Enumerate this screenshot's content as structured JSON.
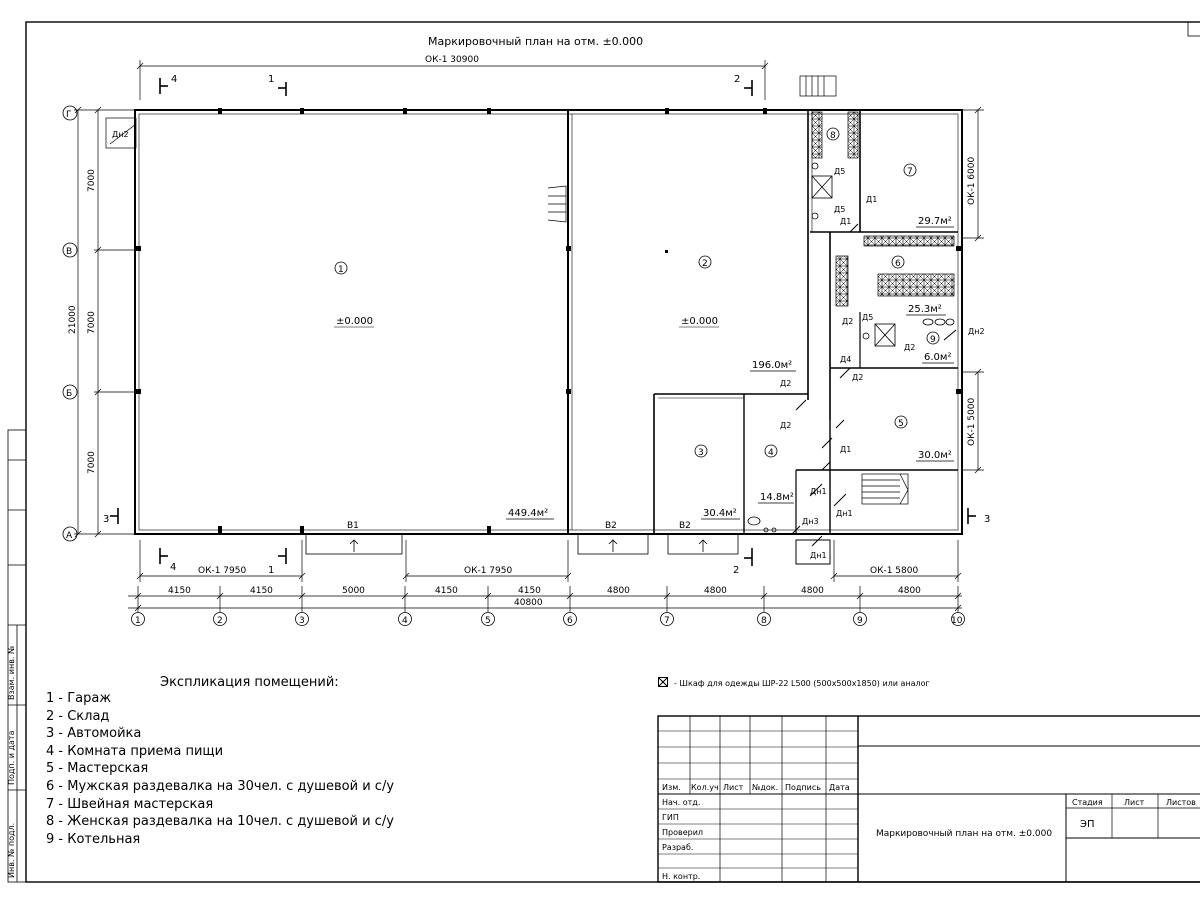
{
  "plan": {
    "title": "Маркировочный план на отм. ±0.000",
    "elevation": "±0.000",
    "overall_dim_top": "ОК-1 30900",
    "overall_dim_bottom": "40800",
    "window_dims": {
      "right_top": "ОК-1 6000",
      "right_mid": "ОК-1 5000",
      "bottom_left": "ОК-1 7950",
      "bottom_mid": "ОК-1 7950",
      "bottom_right": "ОК-1 5800"
    },
    "row_axes": [
      "Г",
      "В",
      "Б",
      "А"
    ],
    "row_dims": [
      "7000",
      "7000",
      "7000"
    ],
    "row_total": "21000",
    "column_axes": [
      "1",
      "2",
      "3",
      "4",
      "5",
      "6",
      "7",
      "8",
      "9",
      "10"
    ],
    "column_dims": [
      "4150",
      "4150",
      "5000",
      "4150",
      "4150",
      "4800",
      "4800",
      "4800",
      "4800"
    ],
    "section_marks": [
      "1",
      "2",
      "3",
      "4"
    ],
    "rooms": [
      {
        "num": "1",
        "area": "449.4м²"
      },
      {
        "num": "2",
        "area": "196.0м²"
      },
      {
        "num": "3",
        "area": "30.4м²"
      },
      {
        "num": "4",
        "area": "14.8м²"
      },
      {
        "num": "5",
        "area": "30.0м²"
      },
      {
        "num": "6",
        "area": "25.3м²"
      },
      {
        "num": "7",
        "area": "29.7м²"
      },
      {
        "num": "8",
        "area": ""
      },
      {
        "num": "9",
        "area": "6.0м²"
      }
    ],
    "gates": [
      "В1",
      "В2",
      "В2"
    ],
    "doors": {
      "d1": "Д1",
      "d2": "Д2",
      "d4": "Д4",
      "d5": "Д5",
      "dn1": "Дн1",
      "dn2": "Дн2",
      "dn3": "Дн3"
    }
  },
  "explication": {
    "title": "Экспликация помещений:",
    "items": [
      "1 - Гараж",
      "2 - Склад",
      "3 - Автомойка",
      "4 - Комната приема пищи",
      "5 - Мастерская",
      "6 - Мужская раздевалка на 30чел. с душевой и с/у",
      "7 - Швейная мастерская",
      "8 - Женская раздевалка на 10чел. с душевой и с/у",
      "9 - Котельная"
    ]
  },
  "legend": {
    "text": "- Шкаф для одежды ШР-22 L500 (500х500х1850) или аналог"
  },
  "stamp": {
    "headers": [
      "Изм.",
      "Кол.уч",
      "Лист",
      "№док.",
      "Подпись",
      "Дата"
    ],
    "roles": [
      "Нач. отд.",
      "ГИП",
      "Проверил",
      "Разраб.",
      "",
      "Н. контр."
    ],
    "stage_label": "Стадия",
    "sheet_label": "Лист",
    "sheets_label": "Листов",
    "stage_value": "ЭП",
    "drawing_title": "Маркировочный план на отм. ±0.000"
  },
  "side_stamp": {
    "labels": [
      "Взам. инв. №",
      "Подп. и дата",
      "Инв. № подл."
    ]
  }
}
